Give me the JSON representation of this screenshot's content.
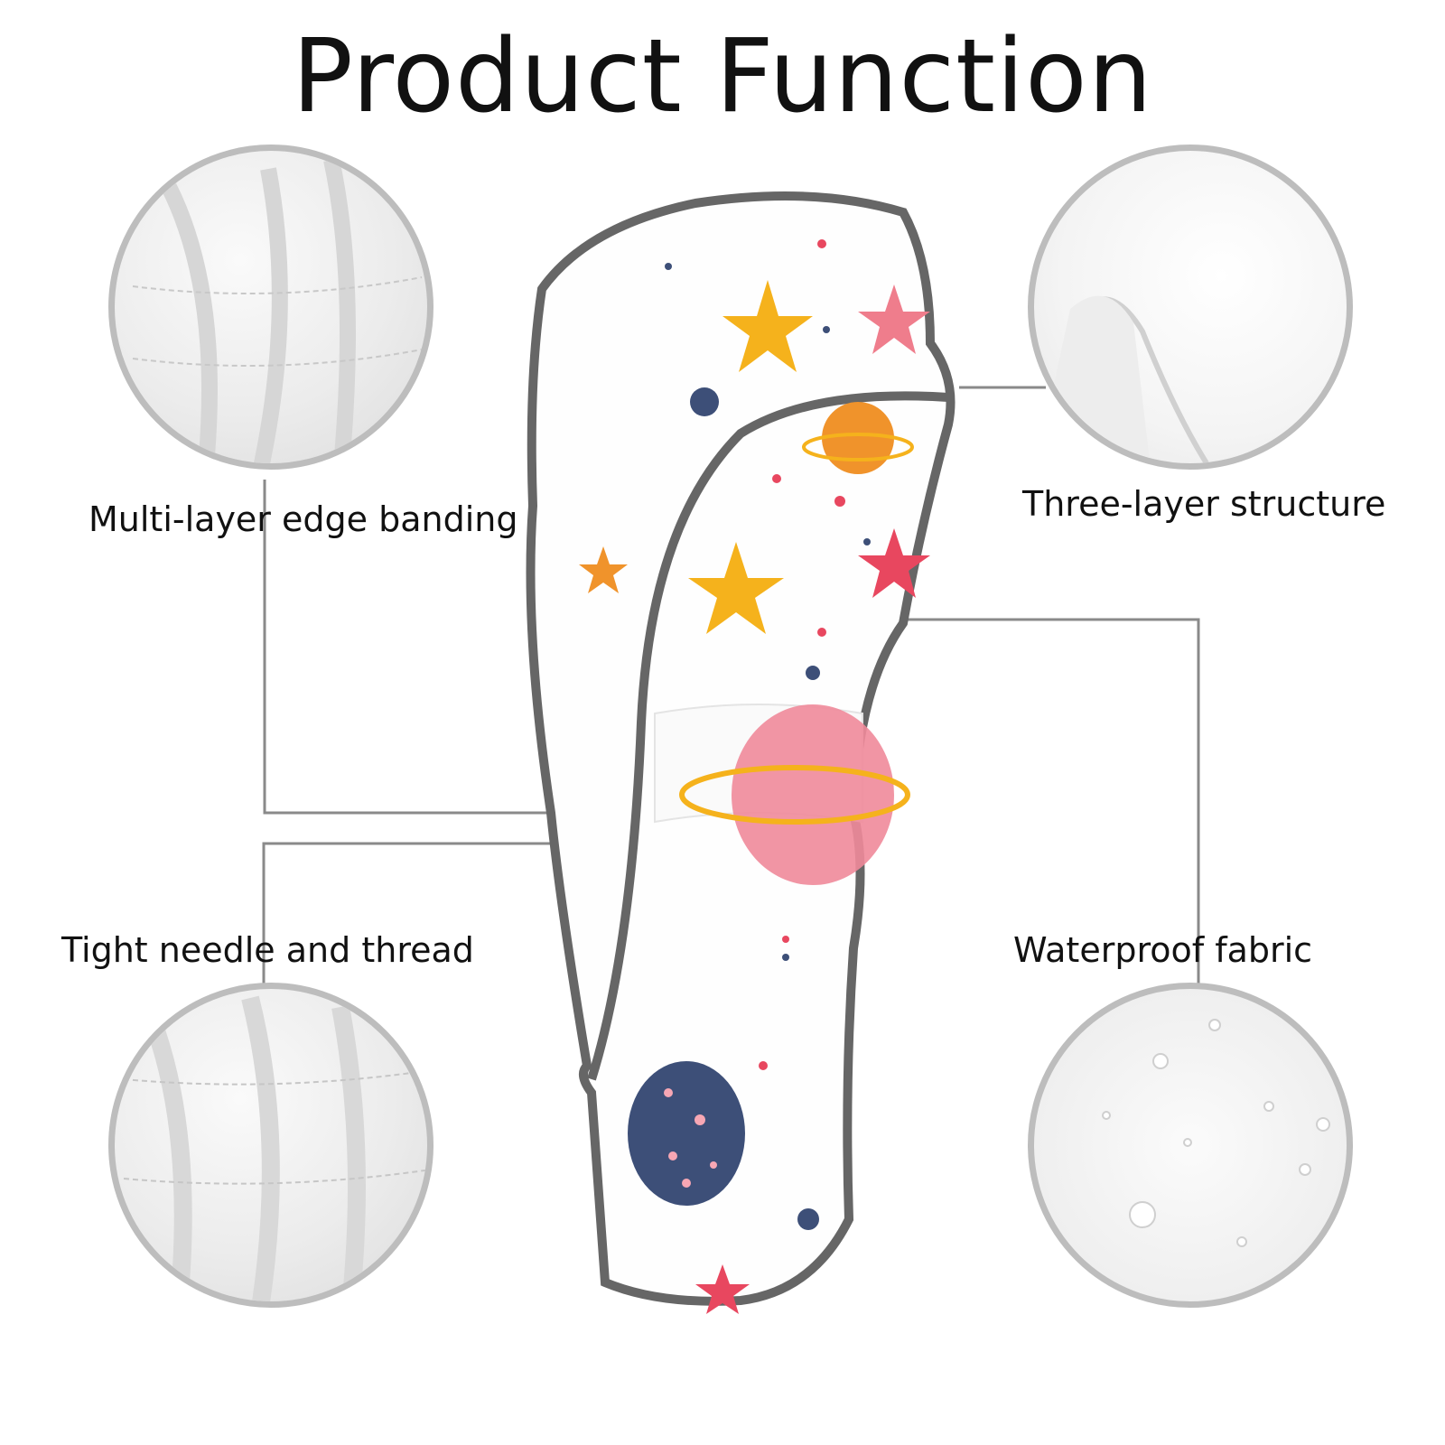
{
  "title": "Product Function",
  "features": [
    {
      "label": "Multi-layer edge banding"
    },
    {
      "label": "Three-layer structure"
    },
    {
      "label": "Tight needle and thread"
    },
    {
      "label": "Waterproof fabric"
    }
  ],
  "colors": {
    "outline": "#666666",
    "circle_border": "#bdbdbd",
    "star_yellow": "#f5b21c",
    "star_pink": "#e8475f",
    "planet_navy": "#3d4f78",
    "planet_orange": "#f0932b",
    "planet_pink": "#ef8a9a"
  }
}
